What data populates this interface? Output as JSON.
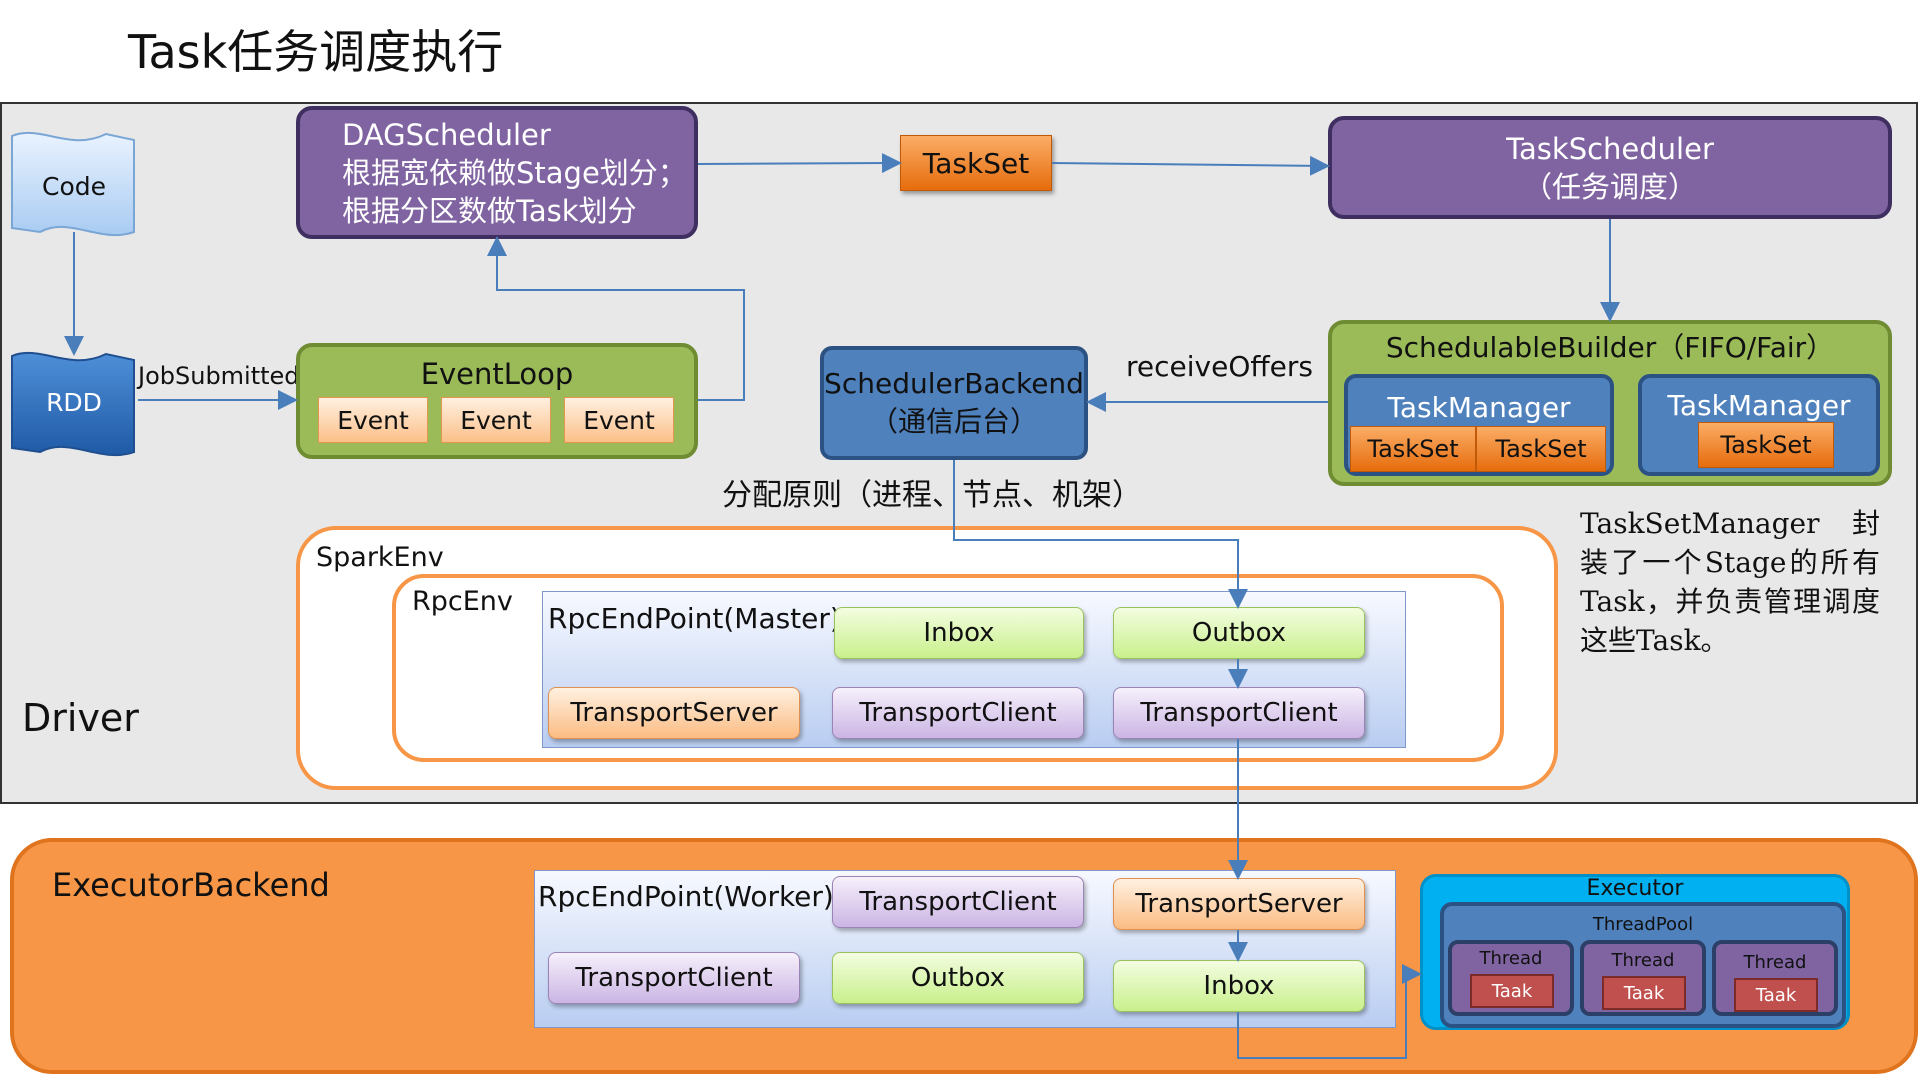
{
  "title": "Task任务调度执行",
  "driver_label": "Driver",
  "code_label": "Code",
  "rdd_label": "RDD",
  "job_submitted": "JobSubmitted",
  "dag": {
    "line1": "DAGScheduler",
    "line2": "根据宽依赖做Stage划分；",
    "line3": "根据分区数做Task划分"
  },
  "taskset_label": "TaskSet",
  "task_scheduler": {
    "line1": "TaskScheduler",
    "line2": "（任务调度）"
  },
  "event_loop": {
    "title": "EventLoop",
    "events": [
      "Event",
      "Event",
      "Event"
    ]
  },
  "scheduler_backend": {
    "line1": "SchedulerBackend",
    "line2": "（通信后台）"
  },
  "receive_offers": "receiveOffers",
  "schedulable_builder": {
    "title": "SchedulableBuilder（FIFO/Fair）",
    "manager1": {
      "title": "TaskManager",
      "tasksets": [
        "TaskSet",
        "TaskSet"
      ]
    },
    "manager2": {
      "title": "TaskManager",
      "tasksets": [
        "TaskSet"
      ]
    }
  },
  "allocation_principle": "分配原则（进程、节点、机架）",
  "note": "TaskSetManager 封装了一个Stage的所有Task，并负责管理调度这些Task。",
  "spark_env": "SparkEnv",
  "rpc_env": "RpcEnv",
  "master": {
    "title": "RpcEndPoint(Master)",
    "inbox": "Inbox",
    "outbox": "Outbox",
    "transport_server": "TransportServer",
    "transport_client_1": "TransportClient",
    "transport_client_2": "TransportClient"
  },
  "executor_backend": "ExecutorBackend",
  "worker": {
    "title": "RpcEndPoint(Worker)",
    "transport_client_top": "TransportClient",
    "transport_server": "TransportServer",
    "transport_client_bottom": "TransportClient",
    "outbox": "Outbox",
    "inbox": "Inbox"
  },
  "executor": {
    "title": "Executor",
    "thread_pool": "ThreadPool",
    "threads": [
      {
        "label": "Thread",
        "task": "Taak"
      },
      {
        "label": "Thread",
        "task": "Taak"
      },
      {
        "label": "Thread",
        "task": "Taak"
      }
    ]
  },
  "colors": {
    "purple": "#8064a2",
    "orange": "#f79646",
    "green": "#9bbb59",
    "blue": "#4f81bd",
    "executor_cyan": "#00b0f0",
    "connector": "#4a7ebb"
  }
}
